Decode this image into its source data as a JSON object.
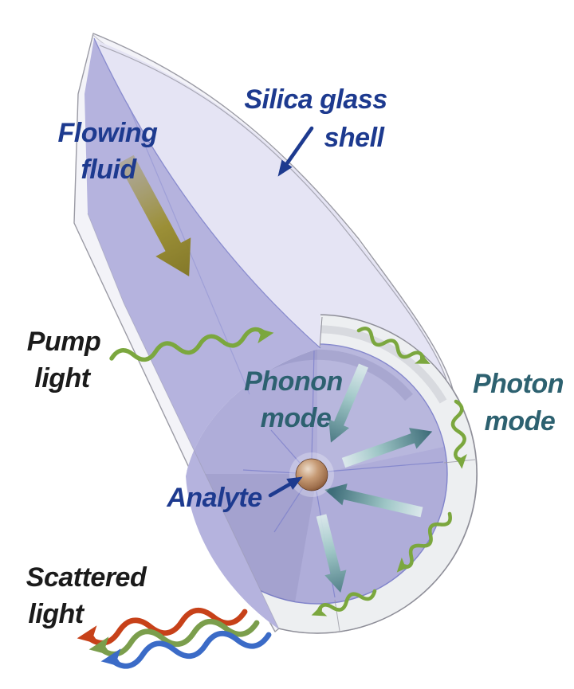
{
  "figure": {
    "labels": {
      "flowing_fluid": {
        "line1": "Flowing",
        "line2": "fluid"
      },
      "silica_shell": {
        "line1": "Silica glass",
        "line2": "shell"
      },
      "pump_light": {
        "line1": "Pump",
        "line2": "light"
      },
      "phonon_mode": {
        "line1": "Phonon",
        "line2": "mode"
      },
      "photon_mode": {
        "line1": "Photon",
        "line2": "mode"
      },
      "analyte": {
        "text": "Analyte"
      },
      "scattered_light": {
        "line1": "Scattered",
        "line2": "light"
      }
    },
    "colors": {
      "label_blue": "#1d3a8f",
      "label_teal": "#2d6170",
      "label_black": "#1b1b1b",
      "pointer_blue": "#1d3a8f",
      "wave_green": "#7ba73e",
      "scatter_red": "#c74119",
      "scatter_green": "#7b9e4c",
      "scatter_blue": "#3b6bc7",
      "flow_olive": "#8e8120",
      "phonon_teal_dark": "#3e6d79",
      "phonon_teal_light": "#e8f5f3",
      "fluid_front": "#b5b3de",
      "fluid_face": "#afadd9",
      "fluid_pale": "#e5e4f4",
      "shell_fill": "#f3f3f8",
      "shell_ring": "#edeff1",
      "outline_gray": "#9a9aa4",
      "bore_line": "#8184cb",
      "sphere_brown": "#b98e6d"
    },
    "glyphs": {
      "flow_arrow": {
        "meaning": "fluid flow direction along capillary",
        "color": "#8e8120"
      },
      "pump_wave_arrow": {
        "meaning": "pump light entering capillary",
        "color": "#7ba73e"
      },
      "photon_wave_arrows": {
        "meaning": "photon whispering-gallery mode circulating in shell",
        "color": "#7ba73e",
        "count": 4
      },
      "phonon_arrows": {
        "meaning": "phonon breathing mode in fluid",
        "color": "#3e6d79",
        "count": 4
      },
      "analyte_sphere": {
        "meaning": "analyte particle",
        "color": "#b98e6d"
      },
      "analyte_pointer": {
        "meaning": "callout arrow to analyte",
        "color": "#1d3a8f"
      },
      "shell_pointer": {
        "meaning": "callout arrow to silica glass shell",
        "color": "#1d3a8f"
      },
      "scattered_wave_arrows": {
        "meaning": "scattered light leaving device",
        "colors": [
          "#c74119",
          "#7b9e4c",
          "#3b6bc7"
        ],
        "count": 3
      }
    }
  }
}
